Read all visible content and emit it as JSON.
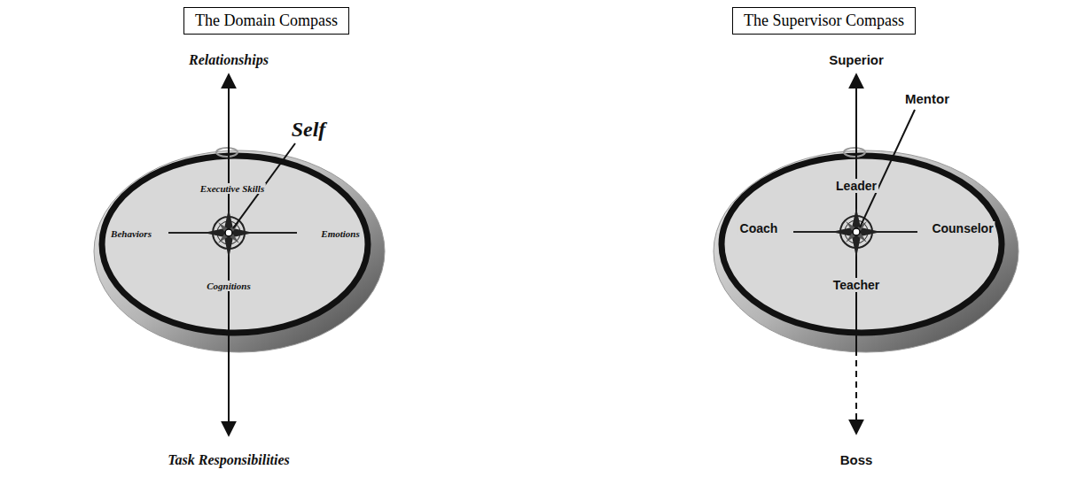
{
  "diagram": {
    "nodes": [
      {
        "text": [
          "The Domain Compass"
        ]
      },
      {
        "text": [
          "The Supervisor Compass"
        ]
      }
    ],
    "labels": [
      "Relationships",
      "Executive Skills",
      "Behaviors",
      "Emotions",
      "Cognitions",
      "Self",
      "Task Responsibilities",
      "Superior",
      "Leader",
      "Coach",
      "Counselor",
      "Teacher",
      "Mentor",
      "Boss"
    ]
  }
}
